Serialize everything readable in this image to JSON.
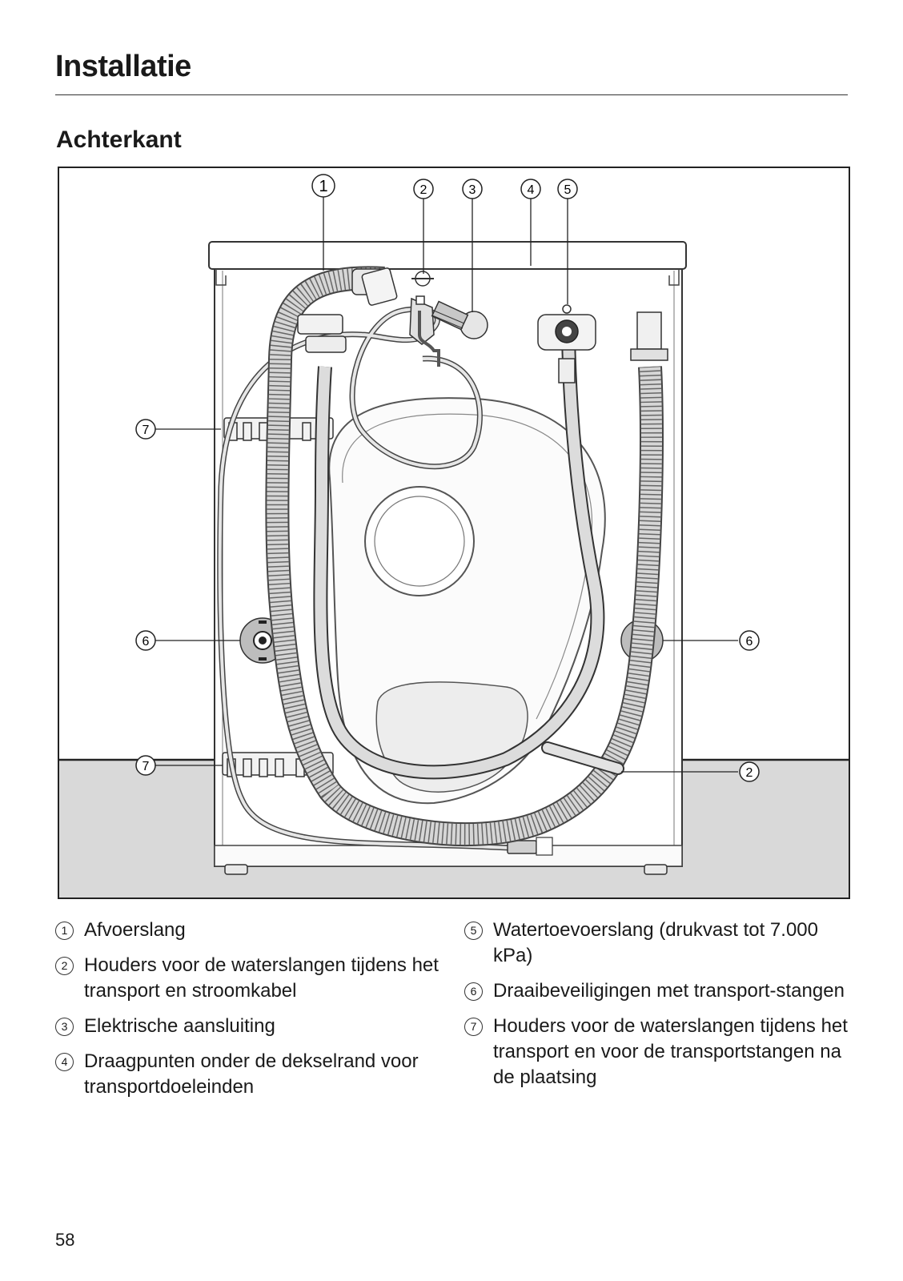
{
  "header": {
    "title": "Installatie"
  },
  "section": {
    "title": "Achterkant"
  },
  "figure": {
    "callouts": [
      "1",
      "2",
      "3",
      "4",
      "5",
      "6",
      "7"
    ]
  },
  "legend": {
    "left": [
      {
        "num": "1",
        "text": "Afvoerslang"
      },
      {
        "num": "2",
        "text": "Houders voor de waterslangen tijdens het transport en stroomkabel"
      },
      {
        "num": "3",
        "text": "Elektrische aansluiting"
      },
      {
        "num": "4",
        "text": "Draagpunten onder de dekselrand voor transportdoeleinden"
      }
    ],
    "right": [
      {
        "num": "5",
        "text": "Watertoevoerslang (drukvast tot 7.000 kPa)"
      },
      {
        "num": "6",
        "text": "Draaibeveiligingen met transport-stangen"
      },
      {
        "num": "7",
        "text": "Houders voor de waterslangen tijdens het transport en voor de transportstangen na de plaatsing"
      }
    ]
  },
  "footer": {
    "page_number": "58"
  }
}
